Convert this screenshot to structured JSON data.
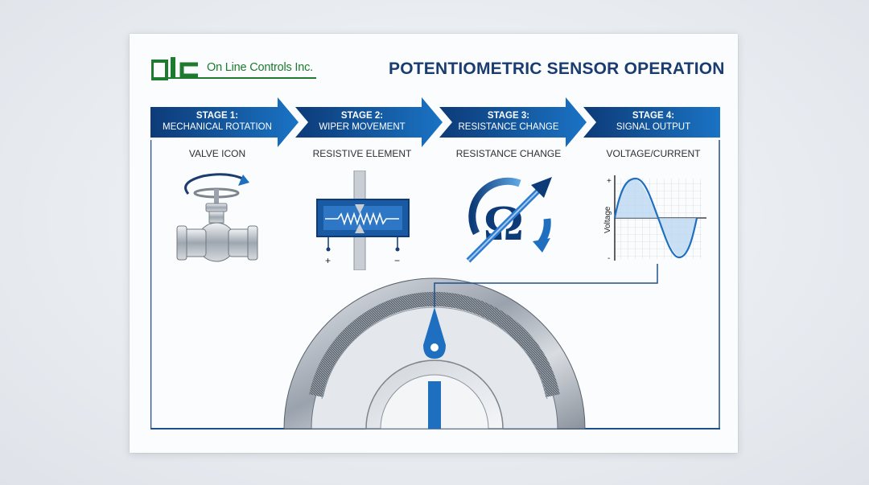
{
  "brand": {
    "logo_letters": "olc",
    "company_name": "On Line Controls Inc.",
    "color": "#1d7a2e"
  },
  "title": "POTENTIOMETRIC SENSOR OPERATION",
  "colors": {
    "title": "#1b3c6e",
    "banner_dark": "#0d3b78",
    "banner_light": "#1a73c4",
    "accent": "#1f6fc0"
  },
  "stages": [
    {
      "number": "STAGE 1:",
      "name": "MECHANICAL ROTATION",
      "caption": "VALVE ICON"
    },
    {
      "number": "STAGE 2:",
      "name": "WIPER MOVEMENT",
      "caption": "RESISTIVE ELEMENT"
    },
    {
      "number": "STAGE 3:",
      "name": "RESISTANCE CHANGE",
      "caption": "RESISTANCE CHANGE"
    },
    {
      "number": "STAGE 4:",
      "name": "SIGNAL OUTPUT",
      "caption": "VOLTAGE/CURRENT"
    }
  ],
  "resistor_terminals": {
    "positive": "+",
    "negative": "−"
  },
  "graph": {
    "ylabel": "Voltage",
    "plus": "+",
    "minus": "-"
  },
  "icons": [
    "valve-icon",
    "rotation-arrow-icon",
    "resistor-icon",
    "ohm-icon",
    "sine-wave-icon",
    "potentiometer-disc-icon"
  ]
}
